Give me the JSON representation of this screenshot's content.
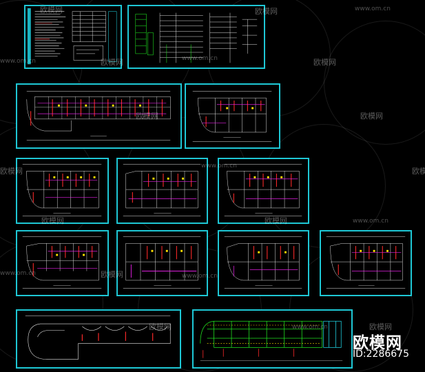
{
  "watermark": {
    "site": "www.om.cn",
    "brand": "欧模网",
    "sofa_icon": "sofa-icon"
  },
  "brand_overlay": {
    "logo_text": "欧模网",
    "id_text": "ID:2286675"
  },
  "colors": {
    "sheet_border": "#1ec8d6",
    "background": "#000000",
    "line_red": "#ff2a2a",
    "line_magenta": "#e020e0",
    "line_yellow": "#ffe000",
    "line_green": "#20e020",
    "line_white": "#e8e8e8",
    "line_cyan": "#20d0e0"
  },
  "sheets": [
    {
      "name": "sheet-design-notes",
      "kind": "notes"
    },
    {
      "name": "sheet-system-diagram",
      "kind": "diagram"
    },
    {
      "name": "sheet-ground-floor-long",
      "kind": "plan-long"
    },
    {
      "name": "sheet-ground-floor-end",
      "kind": "plan-end"
    },
    {
      "name": "sheet-floor-plan-a",
      "kind": "plan"
    },
    {
      "name": "sheet-floor-plan-b",
      "kind": "plan"
    },
    {
      "name": "sheet-floor-plan-c",
      "kind": "plan"
    },
    {
      "name": "sheet-floor-plan-d",
      "kind": "plan"
    },
    {
      "name": "sheet-floor-plan-e",
      "kind": "plan"
    },
    {
      "name": "sheet-floor-plan-f",
      "kind": "plan"
    },
    {
      "name": "sheet-floor-plan-g",
      "kind": "plan"
    },
    {
      "name": "sheet-roof-plan",
      "kind": "roof"
    },
    {
      "name": "sheet-lightning-plan",
      "kind": "green-plan"
    }
  ]
}
